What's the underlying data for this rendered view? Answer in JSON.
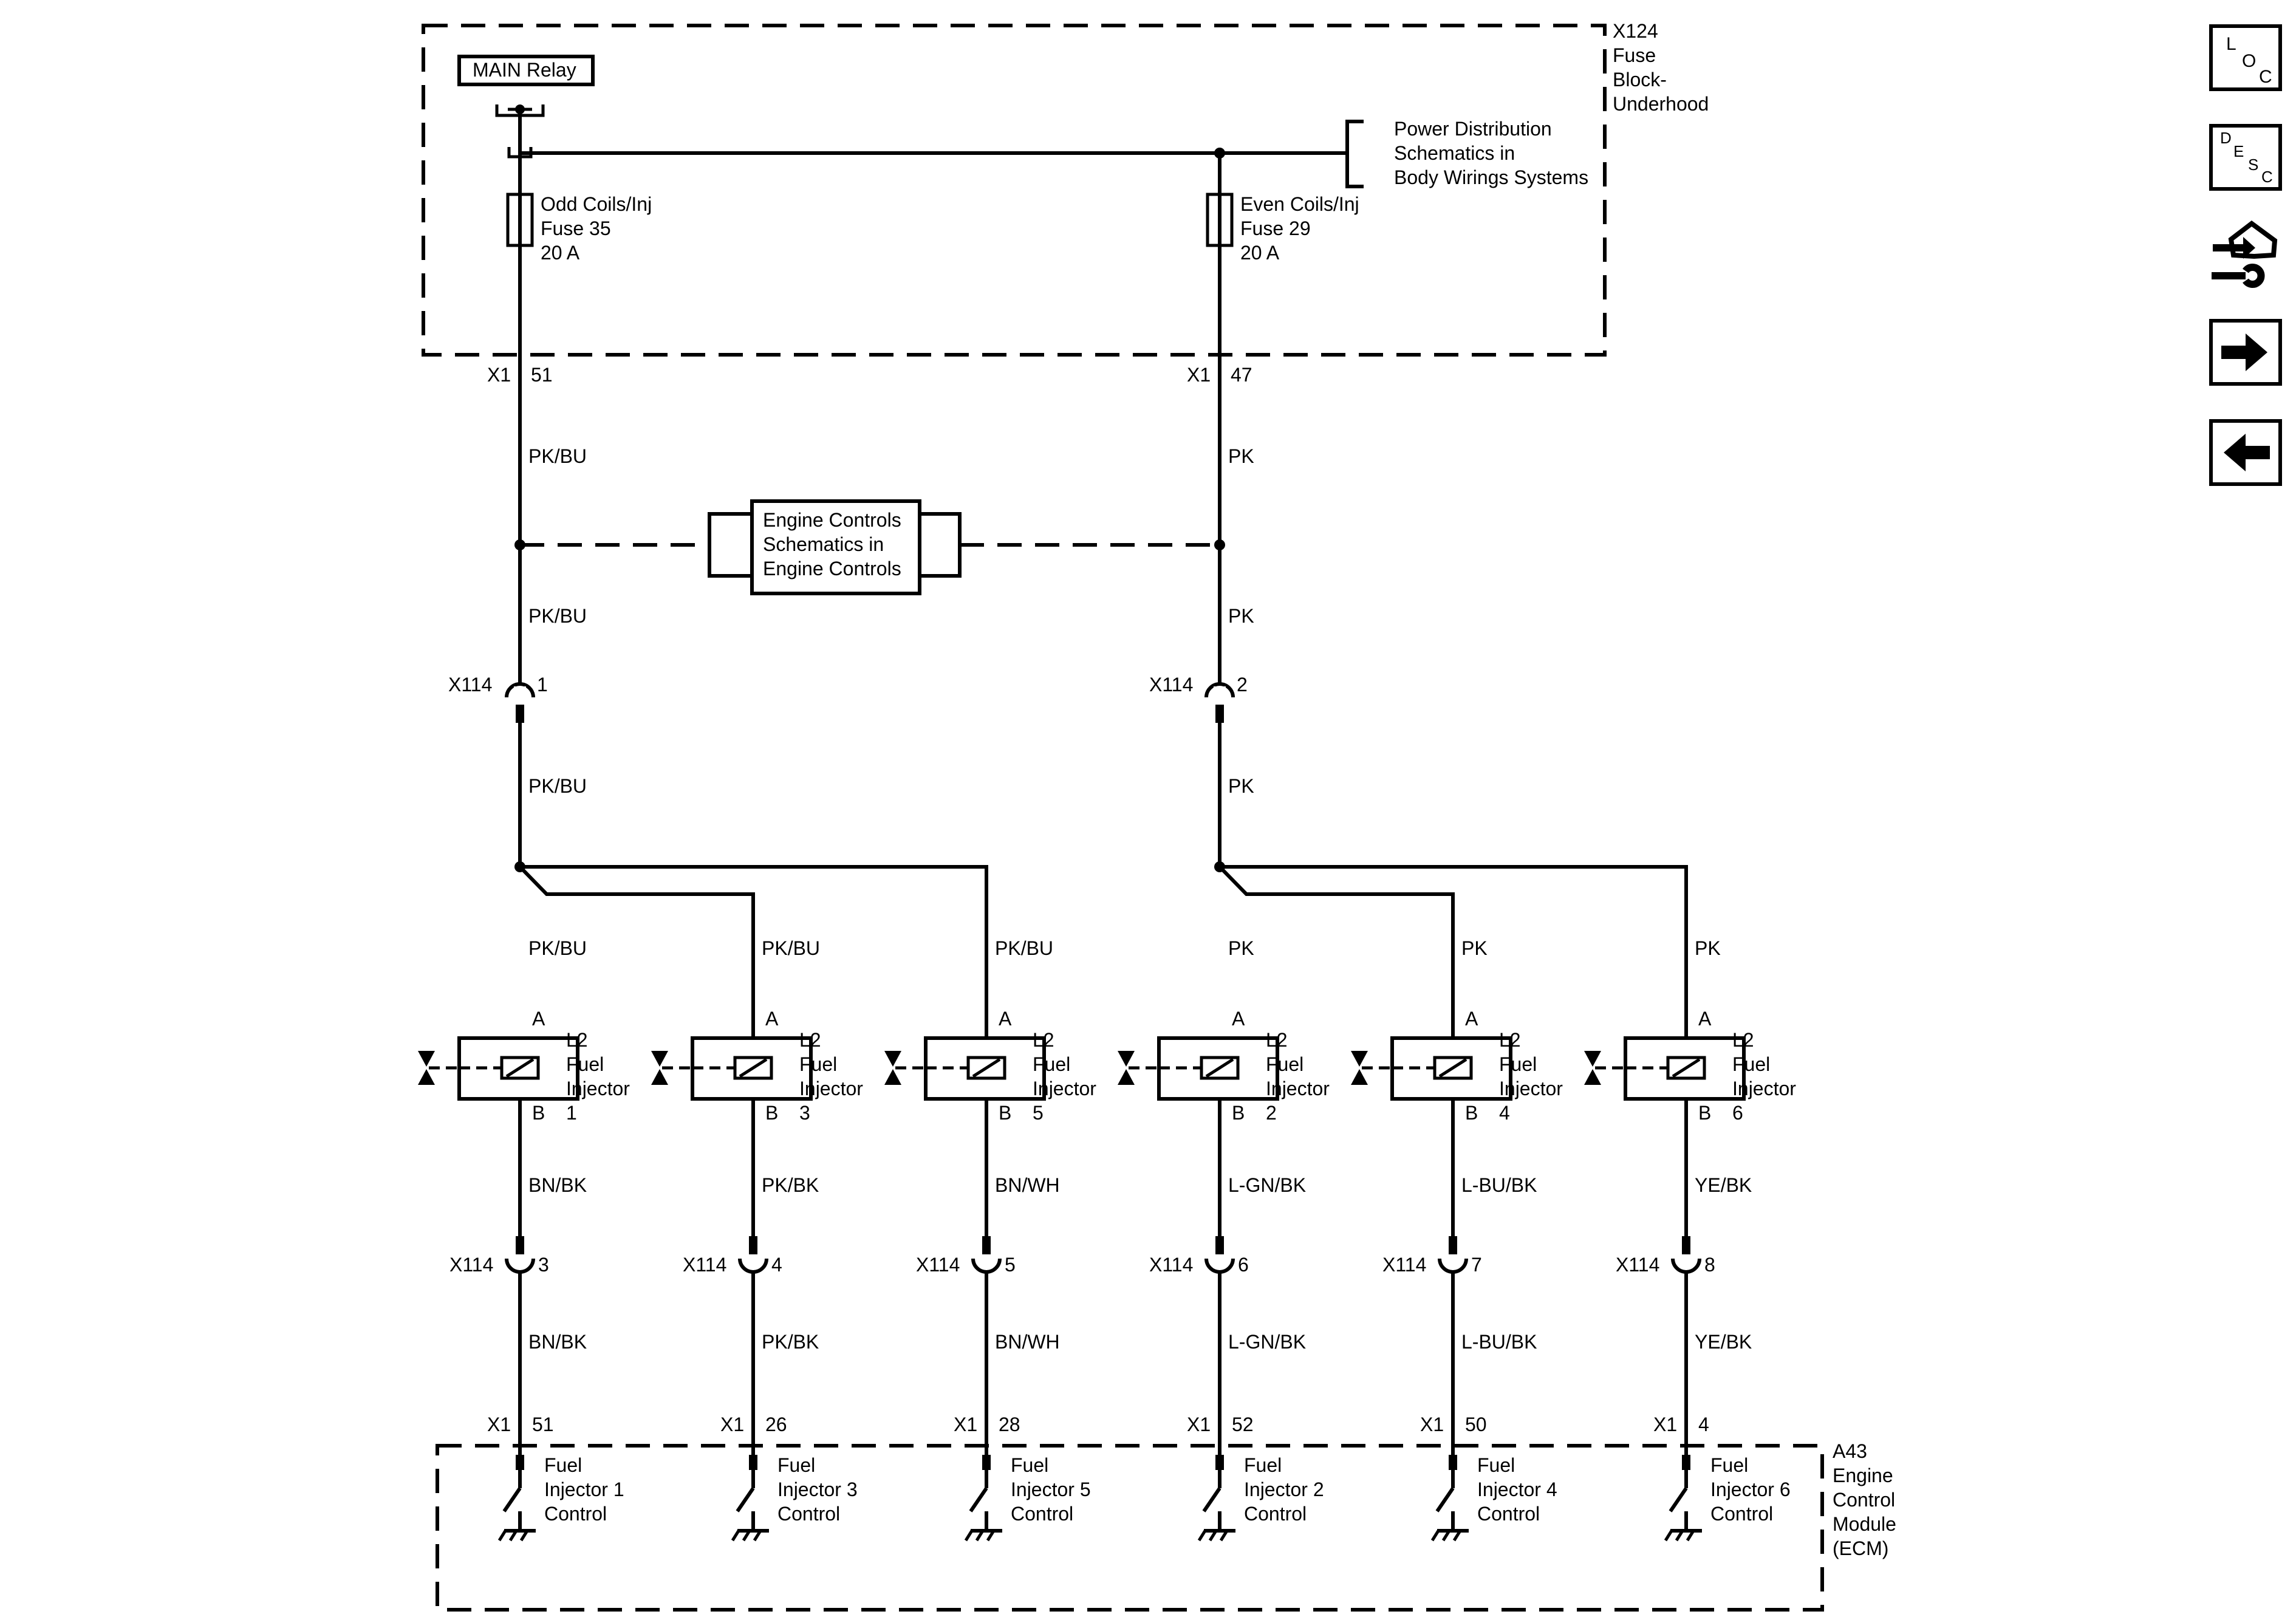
{
  "fuse_block": {
    "id": "X124",
    "name_lines": [
      "Fuse",
      "Block-",
      "Underhood"
    ],
    "relay": "MAIN Relay",
    "power_ref": [
      "Power Distribution",
      "Schematics in",
      "Body Wirings Systems"
    ],
    "fuses": [
      {
        "lines": [
          "Odd Coils/Inj",
          "Fuse 35",
          "20 A"
        ],
        "connector": "X1",
        "pin": "51",
        "wire": "PK/BU"
      },
      {
        "lines": [
          "Even Coils/Inj",
          "Fuse 29",
          "20 A"
        ],
        "connector": "X1",
        "pin": "47",
        "wire": "PK"
      }
    ]
  },
  "engine_ref": [
    "Engine Controls",
    "Schematics in",
    "Engine Controls"
  ],
  "inline_connector": "X114",
  "feed_pins": [
    "1",
    "2"
  ],
  "ecm": {
    "id": "A43",
    "name_lines": [
      "Engine",
      "Control",
      "Module",
      "(ECM)"
    ],
    "connector": "X1"
  },
  "injectors": [
    {
      "num": "1",
      "power_wire": "PK/BU",
      "control_wire": "BN/BK",
      "x114_pin": "3",
      "ecm_pin": "51",
      "control": [
        "Fuel",
        "Injector 1",
        "Control"
      ]
    },
    {
      "num": "3",
      "power_wire": "PK/BU",
      "control_wire": "PK/BK",
      "x114_pin": "4",
      "ecm_pin": "26",
      "control": [
        "Fuel",
        "Injector 3",
        "Control"
      ]
    },
    {
      "num": "5",
      "power_wire": "PK/BU",
      "control_wire": "BN/WH",
      "x114_pin": "5",
      "ecm_pin": "28",
      "control": [
        "Fuel",
        "Injector 5",
        "Control"
      ]
    },
    {
      "num": "2",
      "power_wire": "PK",
      "control_wire": "L-GN/BK",
      "x114_pin": "6",
      "ecm_pin": "52",
      "control": [
        "Fuel",
        "Injector 2",
        "Control"
      ]
    },
    {
      "num": "4",
      "power_wire": "PK",
      "control_wire": "L-BU/BK",
      "x114_pin": "7",
      "ecm_pin": "50",
      "control": [
        "Fuel",
        "Injector 4",
        "Control"
      ]
    },
    {
      "num": "6",
      "power_wire": "PK",
      "control_wire": "YE/BK",
      "x114_pin": "8",
      "ecm_pin": "4",
      "control": [
        "Fuel",
        "Injector 6",
        "Control"
      ]
    }
  ],
  "injector_labels": {
    "ref": "L2",
    "line1": "Fuel",
    "line2": "Injector",
    "pin_a": "A",
    "pin_b": "B"
  },
  "toolbar": {
    "loc": [
      "L",
      "O",
      "C"
    ],
    "desc": [
      "D",
      "E",
      "S",
      "C"
    ],
    "connector_icon": "connector-end-view-icon",
    "next_icon": "arrow-right-icon",
    "prev_icon": "arrow-left-icon"
  }
}
